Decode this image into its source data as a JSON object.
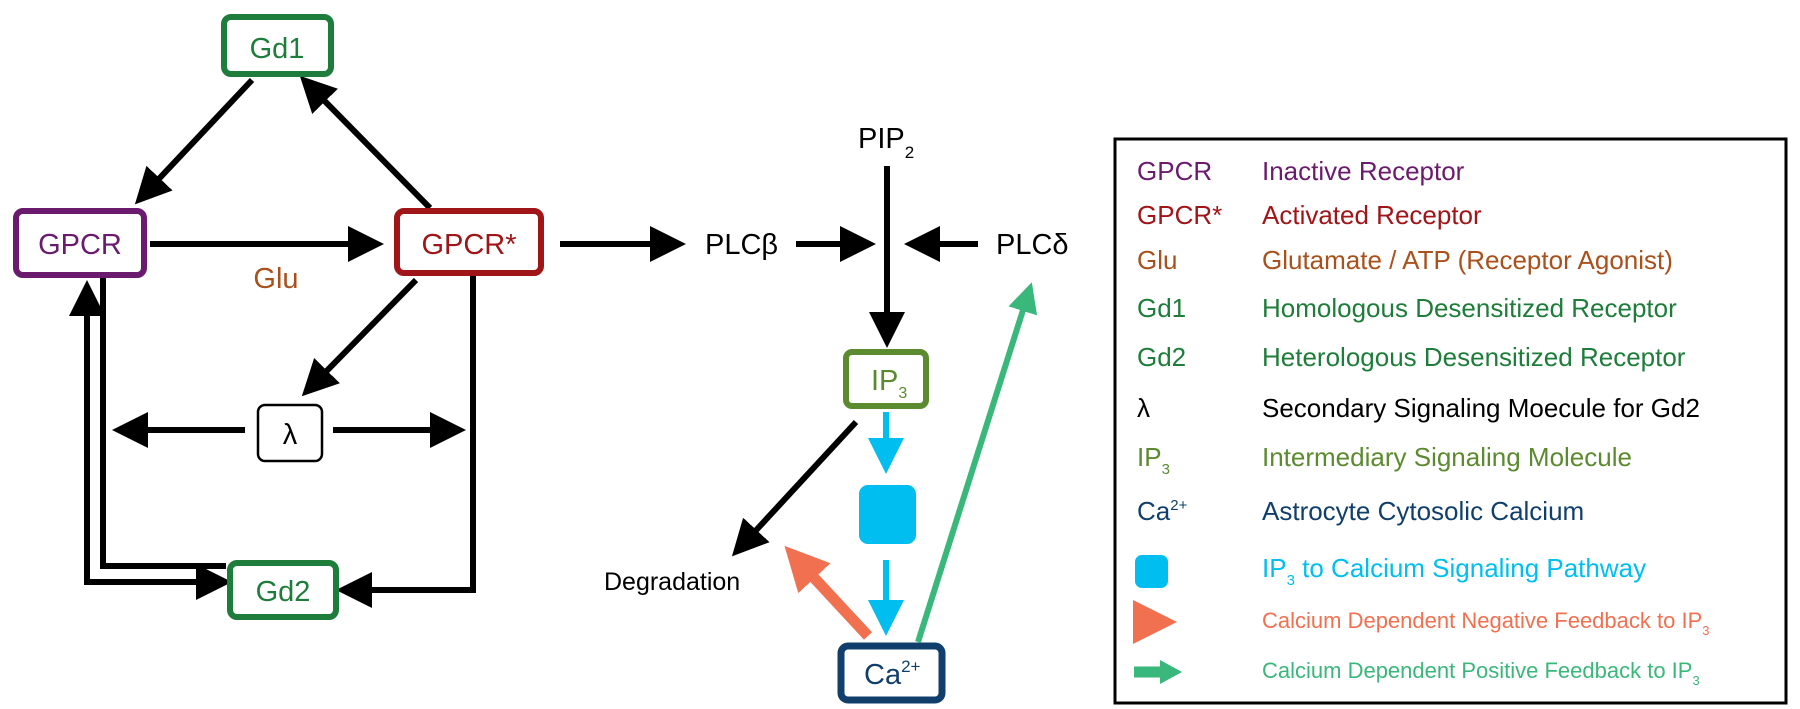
{
  "colors": {
    "black": "#000000",
    "purple": "#6a1b6e",
    "darkred": "#a01518",
    "brown": "#a9511d",
    "green": "#1e7d3a",
    "olive": "#5b8a2f",
    "navy": "#113f6b",
    "cyan": "#00bff0",
    "orange": "#f07050",
    "mint": "#3ab77a"
  },
  "nodes": {
    "gd1": "Gd1",
    "gpcr": "GPCR",
    "gpcr_star": "GPCR*",
    "glu": "Glu",
    "lambda": "λ",
    "gd2": "Gd2",
    "plcb": "PLCβ",
    "pip": "PIP",
    "pip_sub": "2",
    "plcd": "PLCδ",
    "ip": "IP",
    "ip_sub": "3",
    "degradation": "Degradation",
    "ca": "Ca",
    "ca_sup": "2+"
  },
  "legend": {
    "rows": [
      {
        "key": "GPCR",
        "desc": "Inactive Receptor"
      },
      {
        "key": "GPCR*",
        "desc": "Activated Receptor"
      },
      {
        "key": "Glu",
        "desc": "Glutamate / ATP (Receptor Agonist)"
      },
      {
        "key": "Gd1",
        "desc": "Homologous Desensitized Receptor"
      },
      {
        "key": "Gd2",
        "desc": "Heterologous Desensitized Receptor"
      },
      {
        "key": "λ",
        "desc": "Secondary Signaling Moecule for Gd2"
      },
      {
        "key": "IP",
        "key_sub": "3",
        "desc": "Intermediary Signaling Molecule"
      },
      {
        "key": "Ca",
        "key_sup": "2+",
        "desc": "Astrocyte Cytosolic Calcium"
      },
      {
        "key_icon": "cyan-square-icon",
        "desc_pre": "IP",
        "desc_sub": "3",
        "desc": " to Calcium Signaling Pathway"
      },
      {
        "key_icon": "orange-arrow-icon",
        "desc": "Calcium Dependent Negative Feedback to IP",
        "desc_sub": "3"
      },
      {
        "key_icon": "green-arrow-icon",
        "desc": "Calcium Dependent Positive Feedback to IP",
        "desc_sub": "3"
      }
    ]
  }
}
